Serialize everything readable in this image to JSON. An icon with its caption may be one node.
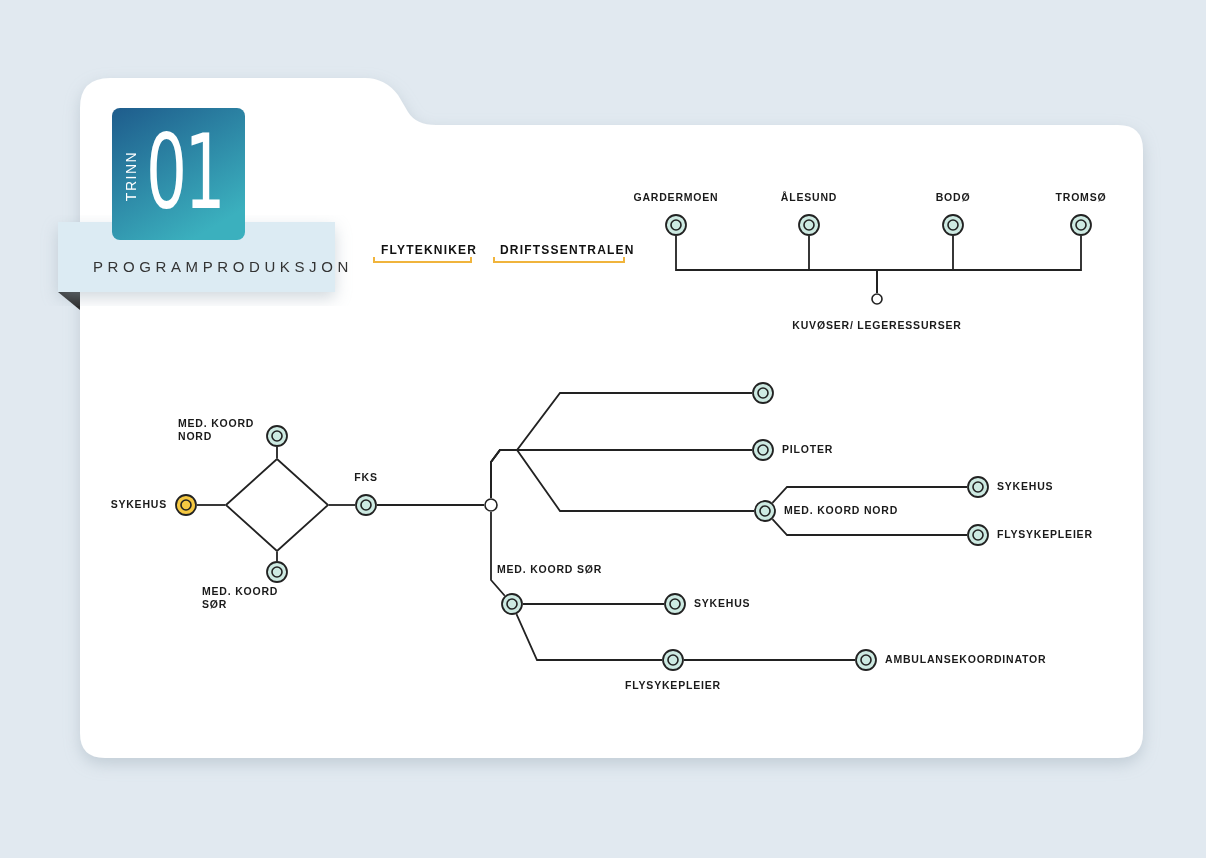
{
  "diagram": {
    "nodes": [
      {
        "text": [
          "GARDERMOEN"
        ]
      },
      {
        "text": [
          "ÅLESUND"
        ]
      },
      {
        "text": [
          "BODØ"
        ]
      },
      {
        "text": [
          "TROMSØ"
        ]
      },
      {
        "text": [
          "KUVØSER/ LEGERESSURSER"
        ]
      },
      {
        "text": [
          "SYKEHUS"
        ]
      },
      {
        "text": [],
        "shape": "diamond"
      },
      {
        "text": [
          "MED. KOORD NORD"
        ]
      },
      {
        "text": [
          "MED. KOORD SØR"
        ]
      },
      {
        "text": [
          "FKS"
        ]
      },
      {
        "text": [],
        "shape": "circle"
      },
      {
        "text": [],
        "shape": "circle"
      },
      {
        "text": [
          "PILOTER"
        ]
      },
      {
        "text": [
          "MED. KOORD NORD"
        ]
      },
      {
        "text": [
          "SYKEHUS"
        ]
      },
      {
        "text": [
          "FLYSYKEPLEIER"
        ]
      },
      {
        "text": [
          "MED. KOORD SØR"
        ]
      },
      {
        "text": [
          "SYKEHUS"
        ]
      },
      {
        "text": [
          "FLYSYKEPLEIER"
        ]
      },
      {
        "text": [
          "AMBULANSEKOORDINATOR"
        ]
      }
    ],
    "edges": [
      {
        "from": 0,
        "to": 4,
        "arrow": "none"
      },
      {
        "from": 1,
        "to": 4,
        "arrow": "none"
      },
      {
        "from": 2,
        "to": 4,
        "arrow": "none"
      },
      {
        "from": 3,
        "to": 4,
        "arrow": "none"
      },
      {
        "from": 5,
        "to": 6,
        "arrow": "none"
      },
      {
        "from": 6,
        "to": 7,
        "arrow": "none"
      },
      {
        "from": 6,
        "to": 8,
        "arrow": "none"
      },
      {
        "from": 6,
        "to": 9,
        "arrow": "none"
      },
      {
        "from": 9,
        "to": 10,
        "arrow": "none"
      },
      {
        "from": 10,
        "to": 11,
        "arrow": "none"
      },
      {
        "from": 10,
        "to": 12,
        "arrow": "none"
      },
      {
        "from": 10,
        "to": 13,
        "arrow": "none"
      },
      {
        "from": 13,
        "to": 14,
        "arrow": "none"
      },
      {
        "from": 13,
        "to": 15,
        "arrow": "none"
      },
      {
        "from": 10,
        "to": 16,
        "arrow": "none"
      },
      {
        "from": 16,
        "to": 17,
        "arrow": "none"
      },
      {
        "from": 16,
        "to": 18,
        "arrow": "none"
      },
      {
        "from": 18,
        "to": 19,
        "arrow": "none"
      }
    ],
    "labels": [
      "TRINN",
      "01",
      "PROGRAMPRODUKSJON",
      "FLYTEKNIKER",
      "DRIFTSSENTRALEN"
    ]
  }
}
